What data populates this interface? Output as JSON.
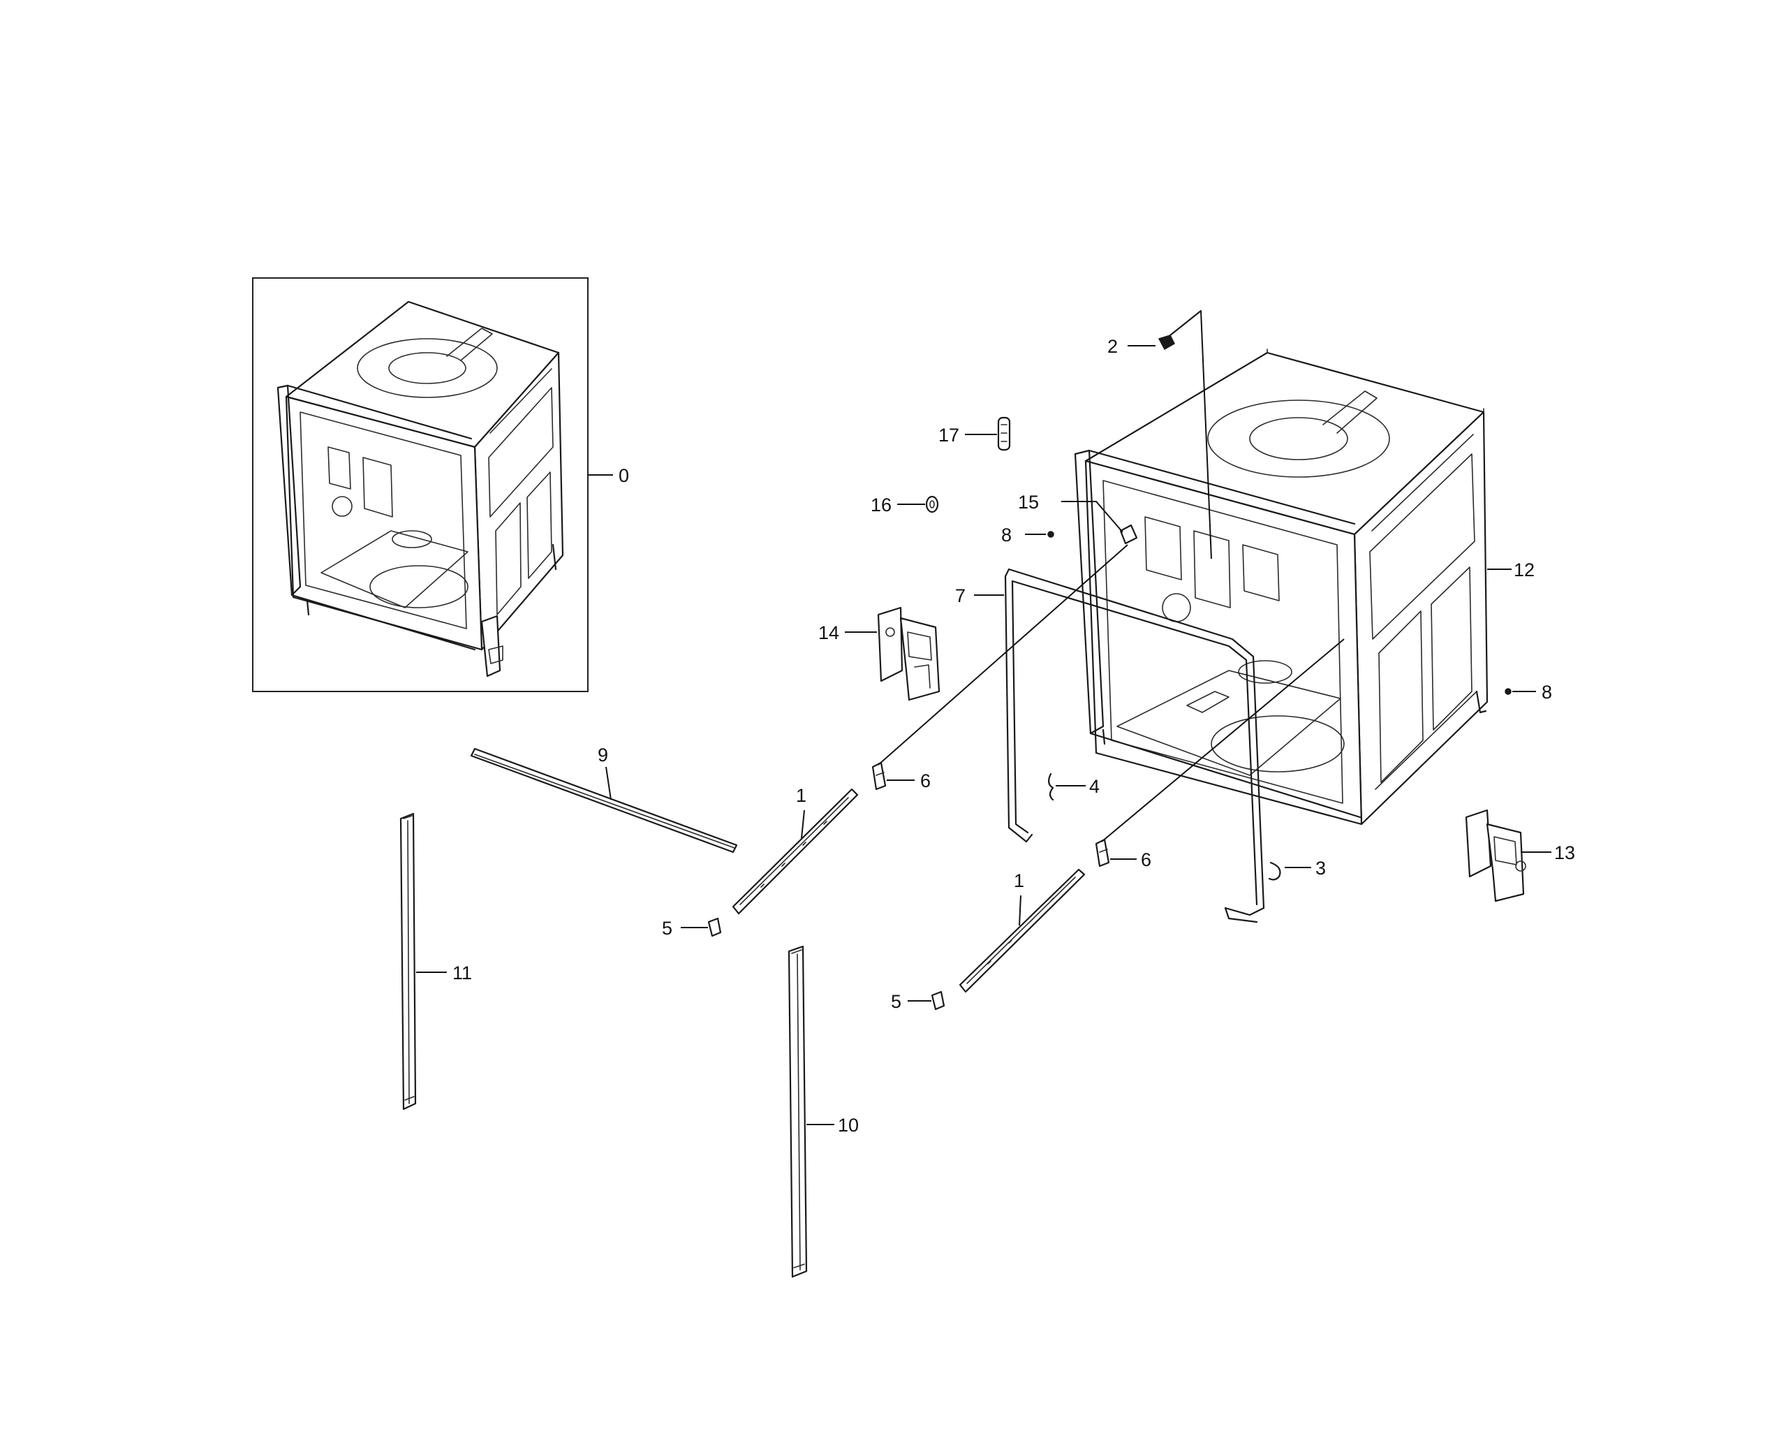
{
  "diagram": {
    "callouts": {
      "c0": "0",
      "c1a": "1",
      "c1b": "1",
      "c2": "2",
      "c3": "3",
      "c4": "4",
      "c5a": "5",
      "c5b": "5",
      "c6a": "6",
      "c6b": "6",
      "c7": "7",
      "c8a": "8",
      "c8b": "8",
      "c9": "9",
      "c10": "10",
      "c11": "11",
      "c12": "12",
      "c13": "13",
      "c14": "14",
      "c15": "15",
      "c16": "16",
      "c17": "17"
    },
    "colors": {
      "line": "#1a1a1a",
      "background": "#ffffff"
    }
  }
}
